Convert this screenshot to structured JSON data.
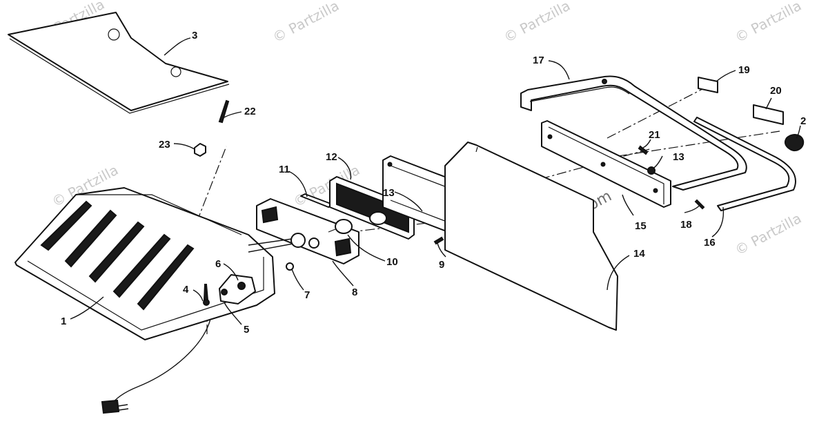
{
  "watermark": {
    "text": "© Partzilla",
    "center_text": "© Partzilla.com"
  },
  "callouts": {
    "c1": "1",
    "c2": "2",
    "c3": "3",
    "c4": "4",
    "c5": "5",
    "c6": "6",
    "c7": "7",
    "c8": "8",
    "c9": "9",
    "c10": "10",
    "c11": "11",
    "c12": "12",
    "c13a": "13",
    "c13b": "13",
    "c14": "14",
    "c15": "15",
    "c16": "16",
    "c17": "17",
    "c18": "18",
    "c19": "19",
    "c20": "20",
    "c21": "21",
    "c22": "22",
    "c23": "23"
  },
  "colors": {
    "ink": "#111111",
    "watermark": "#c9c9c9",
    "background": "#ffffff"
  }
}
